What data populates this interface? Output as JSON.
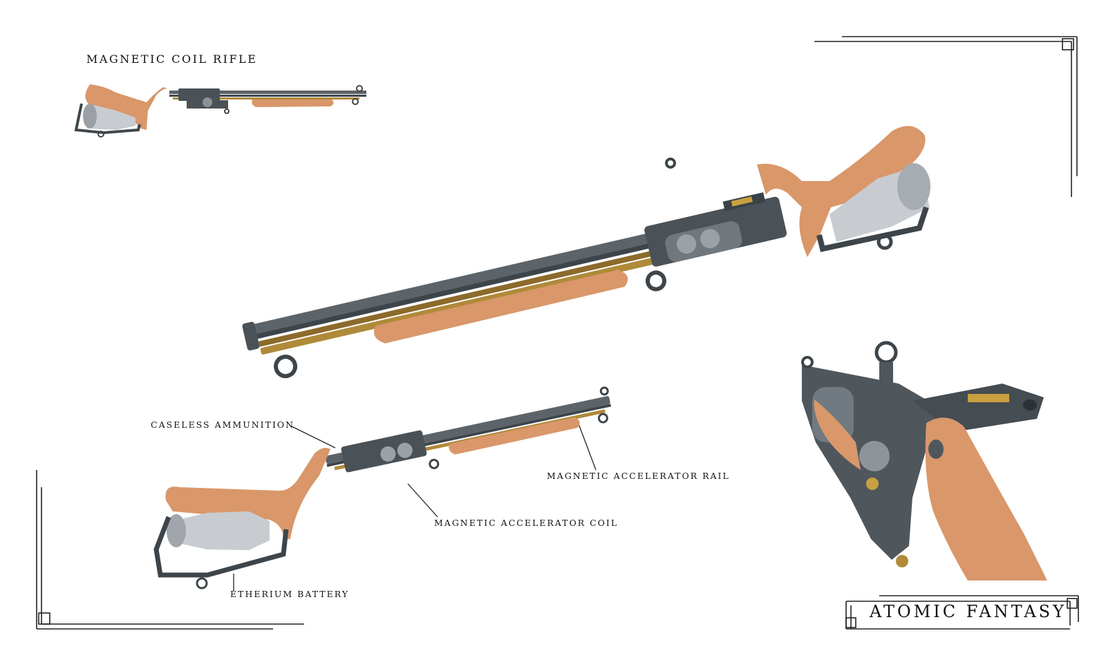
{
  "sheet": {
    "title": "Magnetic Coil Rifle",
    "brand": "Atomic Fantasy"
  },
  "callouts": {
    "ammunition": "Caseless Ammunition",
    "rail": "Magnetic Accelerator Rail",
    "coil": "Magnetic Accelerator Coil",
    "battery": "Etherium Battery"
  },
  "colors": {
    "wood": "#d9976a",
    "metal": "#5c646a",
    "brass": "#b08a3a",
    "chrome": "#c8ccd0",
    "frame": "#222222"
  }
}
